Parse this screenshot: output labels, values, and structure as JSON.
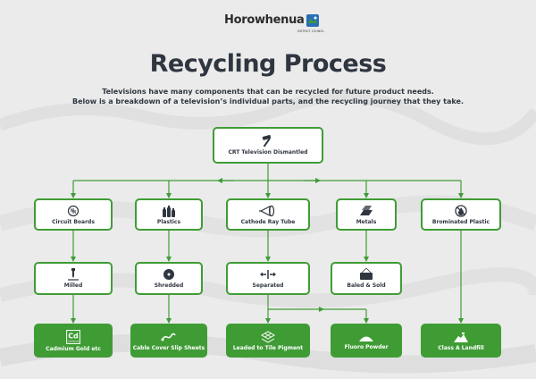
{
  "logo": {
    "name": "Horowhenua",
    "subtitle": "DISTRICT COUNCIL"
  },
  "title": "Recycling Process",
  "subtitle_line1": "Televisions have many components that can be recycled for future product needs.",
  "subtitle_line2": "Below is a breakdown of a television’s individual parts, and the recycling journey that they take.",
  "colors": {
    "accent": "#3f9c35",
    "text": "#2f3640",
    "background": "#ebebeb"
  },
  "root": {
    "label": "CRT Television Dismantled",
    "icon": "hammer-icon"
  },
  "components": [
    {
      "label": "Circuit Boards",
      "icon": "circuit-board-icon"
    },
    {
      "label": "Plastics",
      "icon": "plastic-bottles-icon"
    },
    {
      "label": "Cathode Ray Tube",
      "icon": "cathode-ray-tube-icon"
    },
    {
      "label": "Metals",
      "icon": "metal-bars-icon"
    },
    {
      "label": "Brominated Plastic",
      "icon": "no-fire-icon"
    }
  ],
  "processes": [
    {
      "label": "Milled",
      "icon": "drill-icon"
    },
    {
      "label": "Shredded",
      "icon": "saw-blade-icon"
    },
    {
      "label": "Separated",
      "icon": "separate-arrows-icon"
    },
    {
      "label": "Baled & Sold",
      "icon": "sold-sign-icon"
    }
  ],
  "outputs": [
    {
      "label": "Cadmium Gold etc",
      "icon": "cadmium-element-icon",
      "element_symbol": "Cd",
      "element_name": "Cadmium"
    },
    {
      "label": "Cable Cover Slip Sheets",
      "icon": "cable-icon"
    },
    {
      "label": "Leaded to Tile Pigment",
      "icon": "tiles-icon"
    },
    {
      "label": "Fluoro Powder",
      "icon": "powder-pile-icon"
    },
    {
      "label": "Class A Landfill",
      "icon": "landfill-icon"
    }
  ]
}
